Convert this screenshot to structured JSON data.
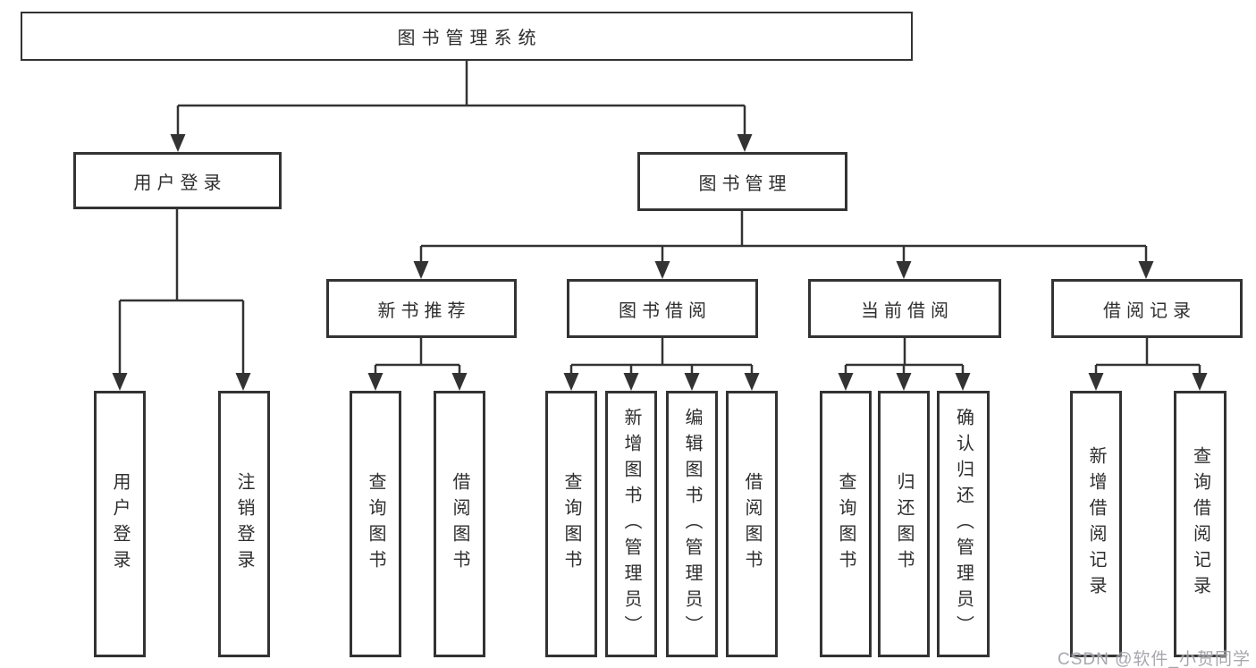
{
  "diagram": {
    "tree": {
      "label": "图书管理系统",
      "children": [
        {
          "label": "用户登录",
          "children": [
            {
              "label": "用户登录"
            },
            {
              "label": "注销登录"
            }
          ]
        },
        {
          "label": "图书管理",
          "children": [
            {
              "label": "新书推荐",
              "children": [
                {
                  "label": "查询图书"
                },
                {
                  "label": "借阅图书"
                }
              ]
            },
            {
              "label": "图书借阅",
              "children": [
                {
                  "label": "查询图书"
                },
                {
                  "label": "新增图书（管理员）"
                },
                {
                  "label": "编辑图书（管理员）"
                },
                {
                  "label": "借阅图书"
                }
              ]
            },
            {
              "label": "当前借阅",
              "children": [
                {
                  "label": "查询图书"
                },
                {
                  "label": "归还图书"
                },
                {
                  "label": "确认归还（管理员）"
                }
              ]
            },
            {
              "label": "借阅记录",
              "children": [
                {
                  "label": "新增借阅记录"
                },
                {
                  "label": "查询借阅记录"
                }
              ]
            }
          ]
        }
      ]
    },
    "colors": {
      "line": "#333333",
      "text": "#2e2e2e",
      "watermark": "#a0a0a8",
      "background": "#ffffff"
    }
  },
  "watermark": {
    "text": "CSDN @软件_小贺同学"
  }
}
